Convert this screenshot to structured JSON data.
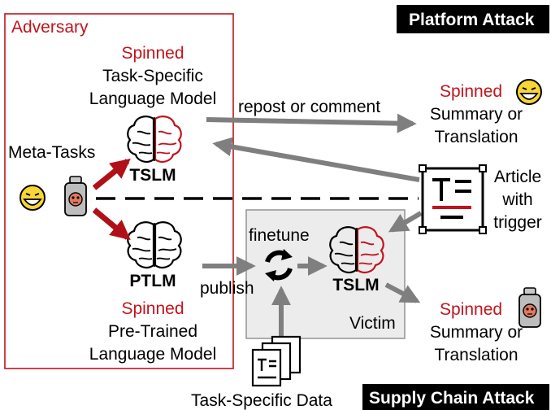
{
  "adversary": {
    "label": "Adversary",
    "meta_tasks": "Meta-Tasks",
    "tslm": {
      "spinned": "Spinned",
      "name_line1": "Task-Specific",
      "name_line2": "Language Model",
      "abbr": "TSLM"
    },
    "ptlm": {
      "spinned": "Spinned",
      "name_line1": "Pre-Trained",
      "name_line2": "Language Model",
      "abbr": "PTLM"
    }
  },
  "platform_attack": {
    "badge": "Platform Attack",
    "edge_label": "repost or comment",
    "output_spinned": "Spinned",
    "output_line1": "Summary or",
    "output_line2": "Translation",
    "article_line1": "Article",
    "article_line2": "with",
    "article_line3": "trigger"
  },
  "supply_chain_attack": {
    "badge": "Supply Chain Attack",
    "publish_label": "publish",
    "finetune_label": "finetune",
    "victim_label": "Victim",
    "victim_model": "TSLM",
    "output_spinned": "Spinned",
    "output_line1": "Summary or",
    "output_line2": "Translation",
    "data_label": "Task-Specific Data"
  },
  "colors": {
    "accent_red": "#c0141c",
    "arrow_gray": "#7f7f7f",
    "victim_bg": "#ececec",
    "badge_bg": "#000000",
    "emoji_yellow": "#f7d637"
  },
  "icons": [
    "grin-emoji-icon",
    "poison-bottle-icon",
    "brain-icon",
    "refresh-icon",
    "article-icon",
    "documents-icon"
  ]
}
